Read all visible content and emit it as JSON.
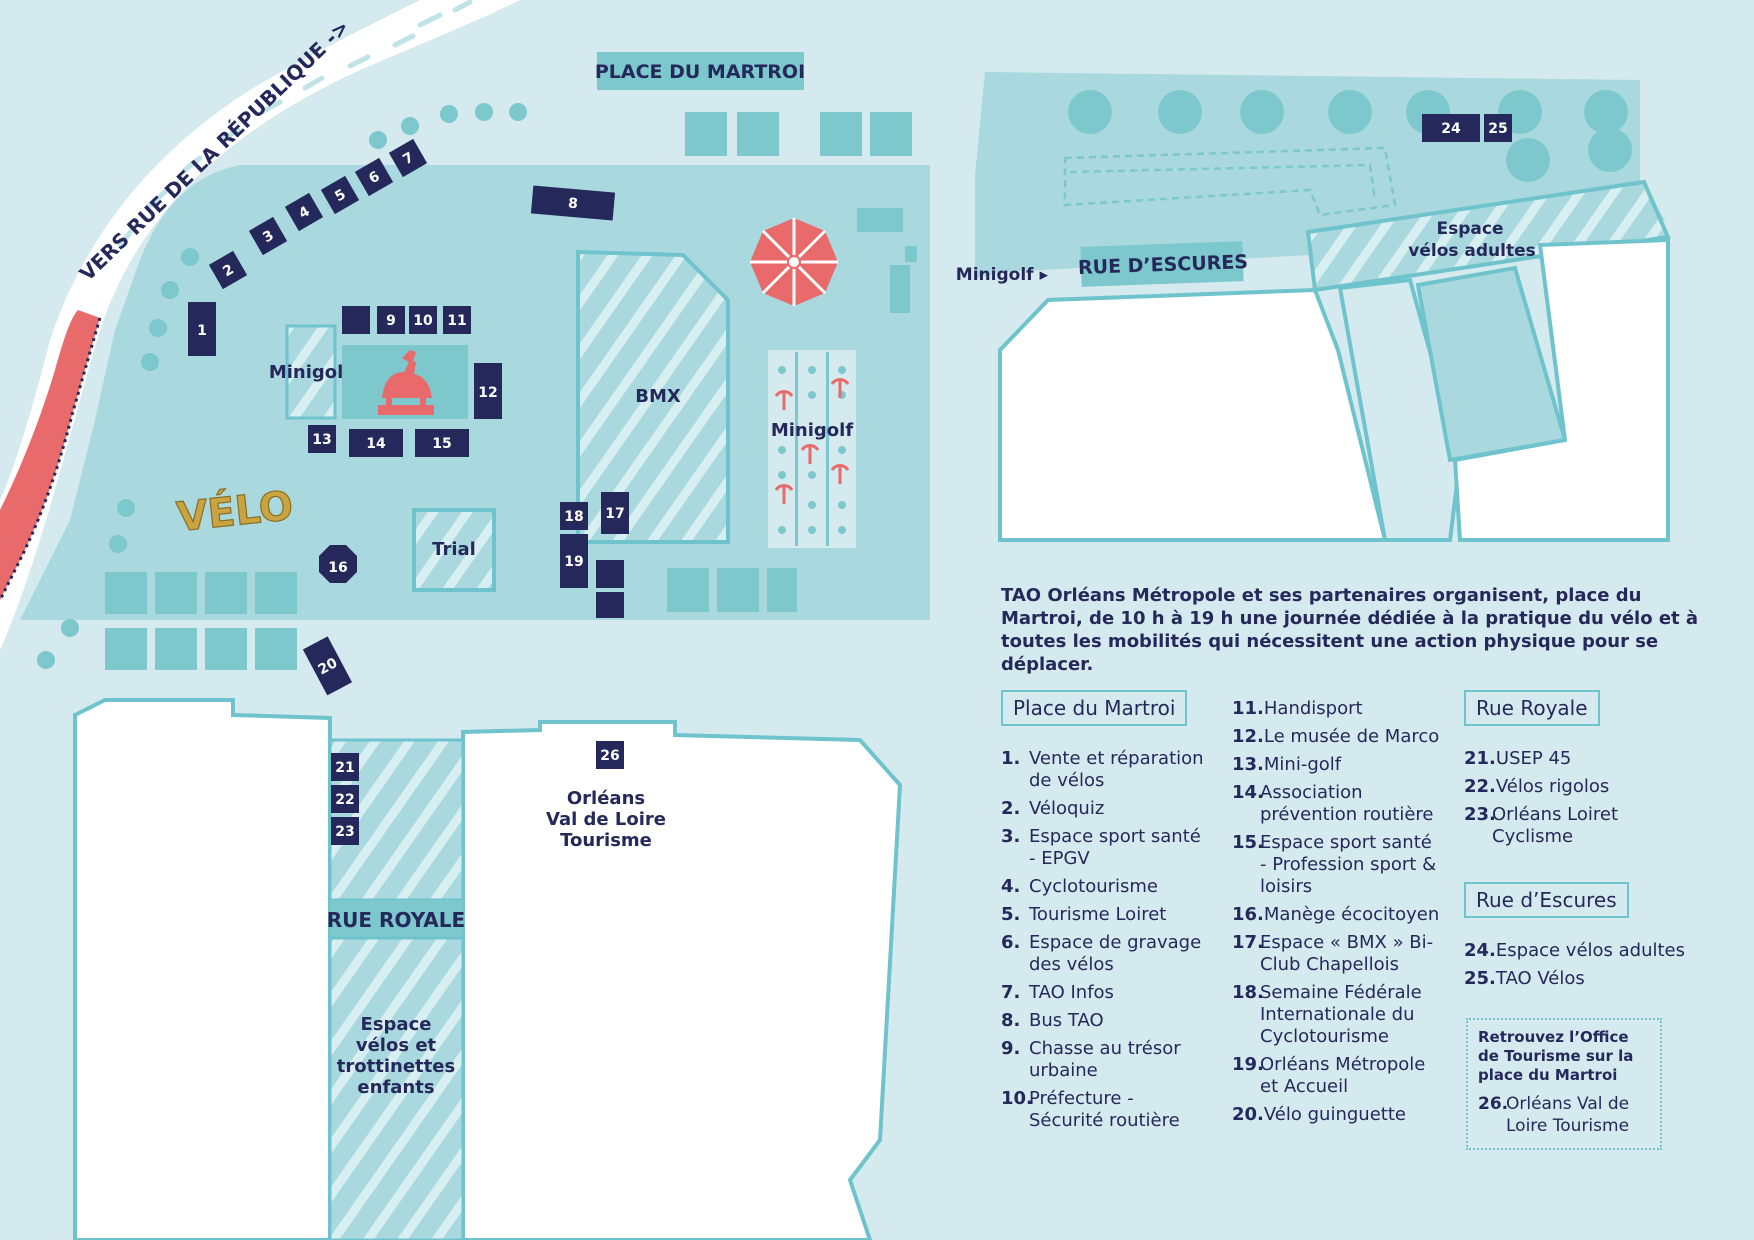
{
  "map": {
    "direction_label": "VERS RUE DE LA RÉPUBLIQUE ->",
    "place_label": "PLACE DU MARTROI",
    "rue_escures_label": "RUE D’ESCURES",
    "rue_royale_label": "RUE ROYALE",
    "minigolf_arrow_label": "Minigolf ▸",
    "minigolf_left_label": "Minigolf",
    "minigolf_right_label": "Minigolf",
    "bmx_label": "BMX",
    "trial_label": "Trial",
    "velo_logo": "VÉLO",
    "espace_adultes_line1": "Espace",
    "espace_adultes_line2": "vélos adultes",
    "espace_enfants_line1": "Espace",
    "espace_enfants_line2": "vélos et",
    "espace_enfants_line3": "trottinettes",
    "espace_enfants_line4": "enfants",
    "tourisme_line1": "Orléans",
    "tourisme_line2": "Val de Loire",
    "tourisme_line3": "Tourisme",
    "markers": [
      "1",
      "2",
      "3",
      "4",
      "5",
      "6",
      "7",
      "8",
      "9",
      "10",
      "11",
      "12",
      "13",
      "14",
      "15",
      "16",
      "17",
      "18",
      "19",
      "20",
      "21",
      "22",
      "23",
      "24",
      "25",
      "26"
    ]
  },
  "intro_text": "TAO Orléans Métropole et ses partenaires organisent, place du Martroi, de 10 h à 19 h une journée dédiée à la pratique du vélo et à toutes les mobilités qui nécessitent une action physique pour se déplacer.",
  "legend": {
    "place_du_martroi": {
      "heading": "Place du Martroi",
      "col1": [
        {
          "n": "1.",
          "text": "Vente et réparation de vélos"
        },
        {
          "n": "2.",
          "text": "Véloquiz"
        },
        {
          "n": "3.",
          "text": "Espace sport santé - EPGV"
        },
        {
          "n": "4.",
          "text": "Cyclotourisme"
        },
        {
          "n": "5.",
          "text": "Tourisme Loiret"
        },
        {
          "n": "6.",
          "text": "Espace de gravage des vélos"
        },
        {
          "n": "7.",
          "text": "TAO Infos"
        },
        {
          "n": "8.",
          "text": "Bus TAO"
        },
        {
          "n": "9.",
          "text": "Chasse au trésor urbaine"
        },
        {
          "n": "10.",
          "text": "Préfecture - Sécurité routière"
        }
      ],
      "col2": [
        {
          "n": "11.",
          "text": "Handisport"
        },
        {
          "n": "12.",
          "text": "Le musée de Marco"
        },
        {
          "n": "13.",
          "text": "Mini-golf"
        },
        {
          "n": "14.",
          "text": "Association prévention routière"
        },
        {
          "n": "15.",
          "text": "Espace sport santé - Profession sport & loisirs"
        },
        {
          "n": "16.",
          "text": "Manège écocitoyen"
        },
        {
          "n": "17.",
          "text": "Espace « BMX » Bi-Club Chapellois"
        },
        {
          "n": "18.",
          "text": "Semaine Fédérale Internationale du Cyclotourisme"
        },
        {
          "n": "19.",
          "text": "Orléans Métropole et Accueil"
        },
        {
          "n": "20.",
          "text": "Vélo guinguette"
        }
      ]
    },
    "rue_royale": {
      "heading": "Rue Royale",
      "items": [
        {
          "n": "21.",
          "text": "USEP 45"
        },
        {
          "n": "22.",
          "text": "Vélos rigolos"
        },
        {
          "n": "23.",
          "text": "Orléans Loiret Cyclisme"
        }
      ]
    },
    "rue_escures": {
      "heading": "Rue d’Escures",
      "items": [
        {
          "n": "24.",
          "text": "Espace vélos adultes"
        },
        {
          "n": "25.",
          "text": "TAO Vélos"
        }
      ]
    },
    "office": {
      "title": "Retrouvez l’Office de Tourisme sur la place du Martroi",
      "item_n": "26.",
      "item_text": "Orléans Val de Loire Tourisme"
    }
  },
  "colors": {
    "background": "#d5eaee",
    "plaza": "#a9d9de",
    "teal_block": "#7cc8cd",
    "navy": "#25285a",
    "coral": "#e86a6a",
    "gold": "#c9a441",
    "white": "#ffffff"
  }
}
